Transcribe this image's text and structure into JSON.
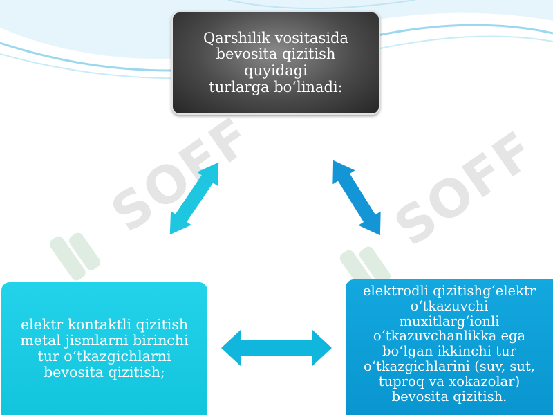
{
  "diagram": {
    "top_box": {
      "lines": [
        "Qarshilik vositasida",
        "bevosita qizitish quyidagi",
        "turlarga bo‘linadi:"
      ]
    },
    "left_box": {
      "lines": [
        "elektr kontaktli qizitish",
        "metal jismlarni birinchi",
        "tur o‘tkazgichlarni",
        "bevosita qizitish;"
      ]
    },
    "right_box": {
      "lines": [
        "elektrodli qizitishg‘elektr",
        "o‘tkazuvchi",
        "muxitlarg‘ionli",
        "o‘tkazuvchanlikka ega",
        "bo‘lgan ikkinchi tur",
        "o‘tkazgichlarini (suv, sut,",
        "tuproq va xokazolar)",
        "bevosita qizitish."
      ]
    },
    "arrows": {
      "left_color": "#1fc6e0",
      "right_color": "#1496d6",
      "bottom_color": "#11b6dc"
    }
  },
  "watermark": {
    "text": "SOFF"
  },
  "colors": {
    "top_box_bg": "#4a4a4a",
    "left_box_bg": "#1cc9e2",
    "right_box_bg": "#0f9fd8",
    "wave": "#8fd6ee"
  }
}
